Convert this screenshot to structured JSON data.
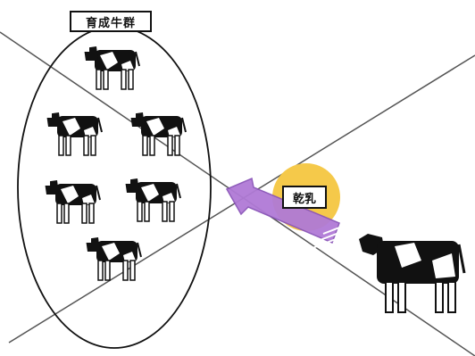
{
  "herd": {
    "label": "育成牛群",
    "heifer_count": 6
  },
  "badge": {
    "label": "乾乳"
  },
  "colors": {
    "badge_fill": "#f5c94a",
    "arrow_fill": "#b07ad6",
    "arrow_stroke": "#8a55b8",
    "cow_black": "#111111",
    "cow_white": "#ffffff",
    "line": "#555555"
  },
  "icons": [
    "heifer-icon",
    "dry-cow-icon",
    "arrow-icon"
  ]
}
